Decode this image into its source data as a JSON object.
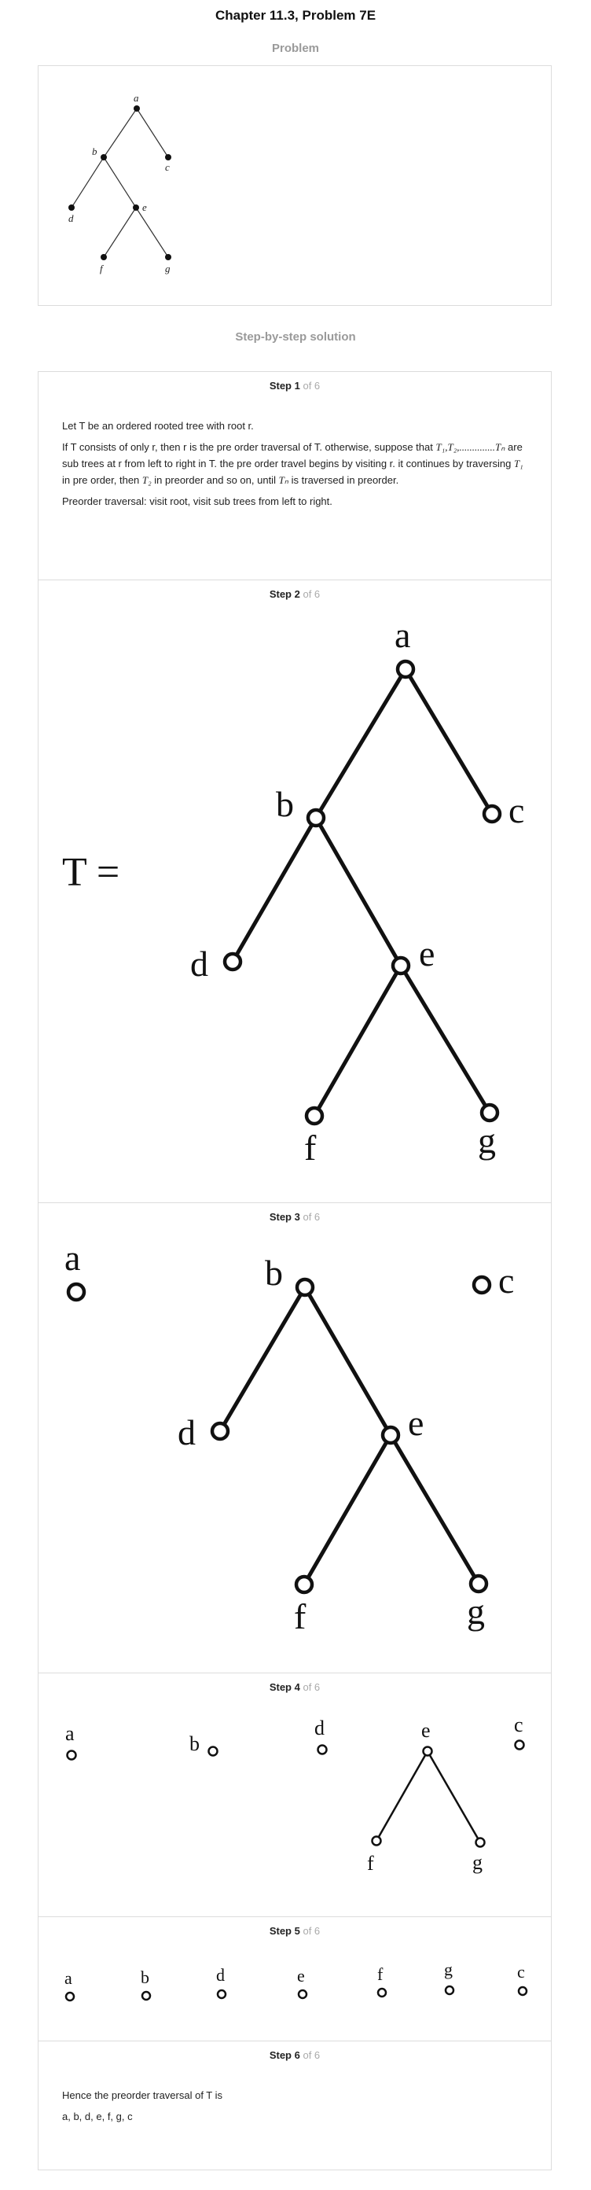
{
  "header": {
    "title": "Chapter 11.3, Problem 7E"
  },
  "problem": {
    "heading": "Problem",
    "tree_labels": {
      "a": "a",
      "b": "b",
      "c": "c",
      "d": "d",
      "e": "e",
      "f": "f",
      "g": "g"
    }
  },
  "solution": {
    "heading": "Step-by-step solution",
    "of_total": "of 6",
    "steps": [
      {
        "step_word": "Step 1",
        "para1": "Let T be an ordered rooted tree with root r.",
        "para2_a": "If T consists of only r, then r is the pre order traversal of T. otherwise, suppose that",
        "para2_math1": "T₁,T₂,..............Tₙ",
        "para2_b": "are sub trees at r from left to right in T. the pre order travel begins by visiting r. it continues by traversing",
        "para2_math2": "T₁",
        "para2_c": "in pre order, then",
        "para2_math3": "T₂",
        "para2_d": "in preorder and so on, until",
        "para2_math4": "Tₙ",
        "para2_e": "is traversed in preorder.",
        "para3": "Preorder traversal: visit root, visit sub trees from left to right."
      },
      {
        "step_word": "Step 2",
        "t_label": "T ="
      },
      {
        "step_word": "Step 3"
      },
      {
        "step_word": "Step 4"
      },
      {
        "step_word": "Step 5"
      },
      {
        "step_word": "Step 6",
        "line1": "Hence the preorder traversal of T is",
        "line2": "a, b, d, e, f, g, c"
      }
    ]
  }
}
